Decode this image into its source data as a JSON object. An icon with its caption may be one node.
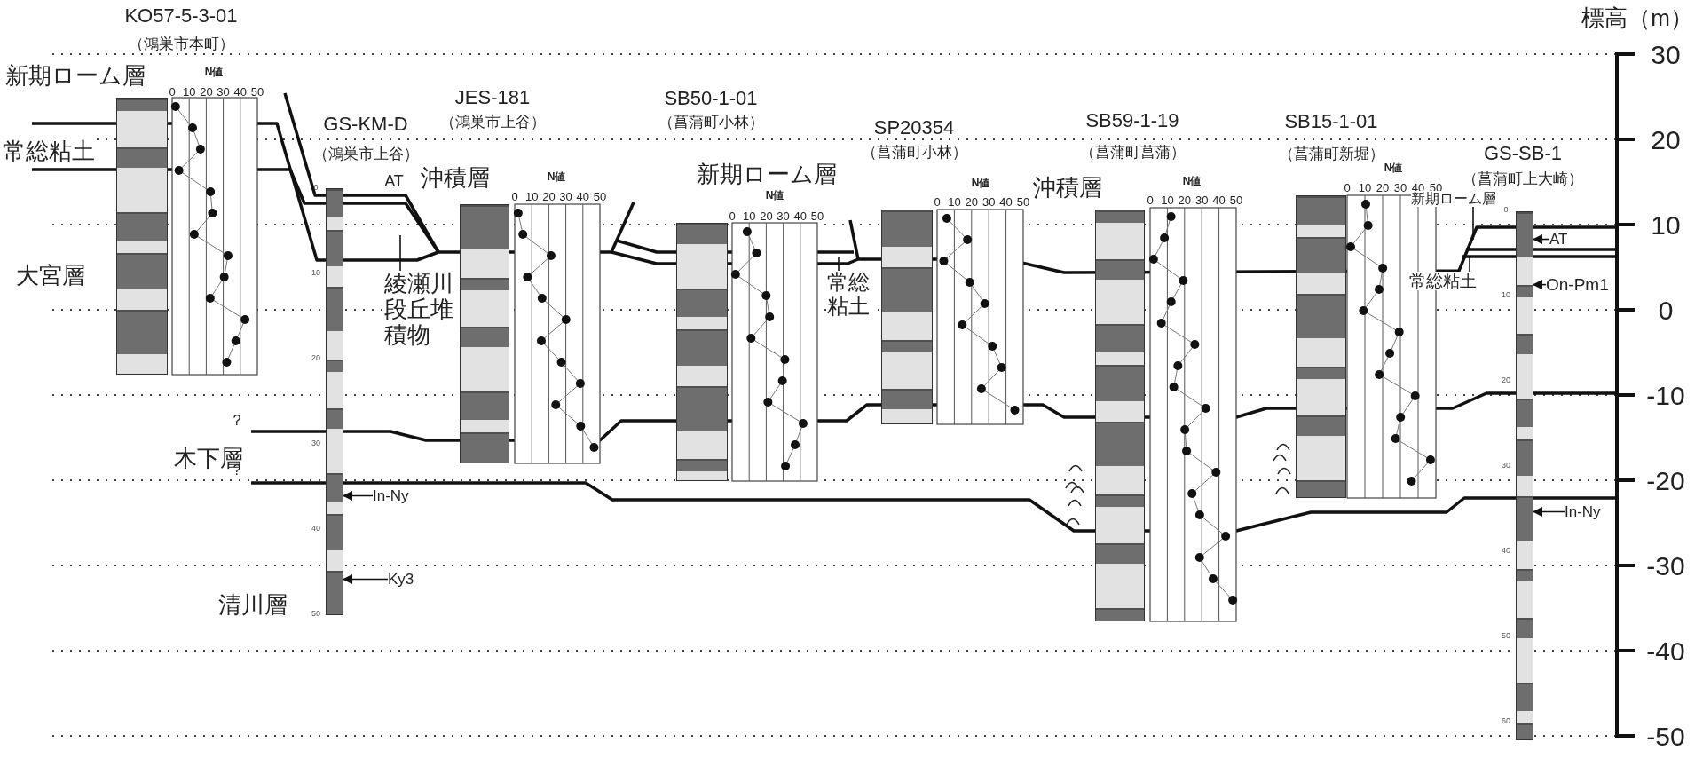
{
  "diagram": {
    "nodes": [
      {
        "text": [],
        "shape": "bar"
      },
      {
        "text": [],
        "shape": "bar",
        "beside": [
          "0",
          "10",
          "20",
          "30",
          "40",
          "50"
        ]
      },
      {
        "text": [],
        "shape": "bar"
      },
      {
        "text": [],
        "shape": "bar"
      },
      {
        "text": [],
        "shape": "bar"
      },
      {
        "text": [],
        "shape": "bar"
      },
      {
        "text": [],
        "shape": "bar"
      },
      {
        "text": [],
        "shape": "bar",
        "beside": [
          "0",
          "10",
          "20",
          "30",
          "40",
          "50",
          "60"
        ]
      },
      {
        "text": [
          "綾瀬川段丘堆積物"
        ]
      },
      {
        "text": [
          "常総粘土"
        ]
      },
      {
        "text": [
          "新期ローム層"
        ]
      },
      {
        "text": [
          "AT"
        ]
      },
      {
        "text": [
          "常総粘土"
        ]
      },
      {
        "text": [
          "On-Pm1"
        ]
      },
      {
        "text": [
          "In-Ny"
        ]
      },
      {
        "text": [
          "Ky3"
        ]
      },
      {
        "text": [
          "In-Ny"
        ]
      }
    ],
    "edges": [
      {
        "from": 8,
        "to": null,
        "arrow": "none"
      },
      {
        "from": 9,
        "to": null,
        "arrow": "none"
      },
      {
        "from": 10,
        "to": null,
        "arrow": "none"
      },
      {
        "from": 11,
        "to": 7,
        "arrow": "to"
      },
      {
        "from": 12,
        "to": null,
        "arrow": "none"
      },
      {
        "from": 13,
        "to": 7,
        "arrow": "to"
      },
      {
        "from": 14,
        "to": 1,
        "arrow": "to"
      },
      {
        "from": 15,
        "to": 1,
        "arrow": "to"
      },
      {
        "from": 16,
        "to": 7,
        "arrow": "to"
      }
    ],
    "labels": [
      "標高（m）",
      "KO57-5-3-01",
      "（鴻巣市本町）",
      "GS-KM-D",
      "（鴻巣市上谷）",
      "JES-181",
      "（鴻巣市上谷）",
      "SB50-1-01",
      "（菖蒲町小林）",
      "SP20354",
      "（菖蒲町小林）",
      "SB59-1-19",
      "（菖蒲町菖蒲）",
      "SB15-1-01",
      "（菖蒲町新堀）",
      "GS-SB-1",
      "（菖蒲町上大崎）",
      "新期ローム層",
      "常総粘土",
      "大宮層",
      "AT",
      "沖積層",
      "新期ローム層",
      "沖積層",
      "?",
      "木下層",
      "?",
      "清川層",
      "30",
      "20",
      "10",
      "0",
      "-10",
      "-20",
      "-30",
      "-40",
      "-50",
      "N値",
      "0",
      "10",
      "20",
      "30",
      "40",
      "50",
      "N値",
      "0",
      "10",
      "20",
      "30",
      "40",
      "50",
      "N値",
      "0",
      "10",
      "20",
      "30",
      "40",
      "50",
      "N値",
      "0",
      "10",
      "20",
      "30",
      "40",
      "50",
      "N値",
      "0",
      "10",
      "20",
      "30",
      "40",
      "50",
      "N値",
      "0",
      "10",
      "20",
      "30",
      "40",
      "50"
    ]
  }
}
